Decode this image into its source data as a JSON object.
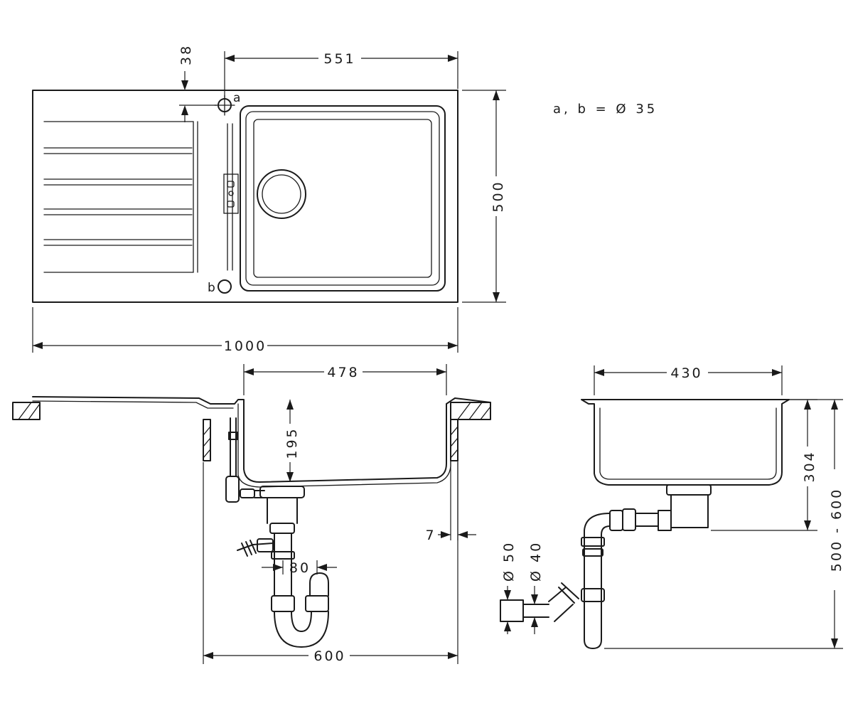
{
  "note": "a, b = Ø 35",
  "top_view": {
    "dims": {
      "width_total": "1000",
      "bowl_offset": "551",
      "depth": "500",
      "hole_offset": "38"
    },
    "hole_labels": {
      "a": "a",
      "b": "b"
    }
  },
  "front_view": {
    "dims": {
      "bowl_width": "478",
      "bowl_depth": "195",
      "cabinet_width": "600",
      "trap_spacing": "80",
      "wall_gap": "7"
    }
  },
  "side_view": {
    "dims": {
      "bowl_width": "430",
      "waste_height": "304",
      "cabinet_depth": "500 - 600",
      "pipe_50": "Ø 50",
      "pipe_40": "Ø 40"
    }
  }
}
